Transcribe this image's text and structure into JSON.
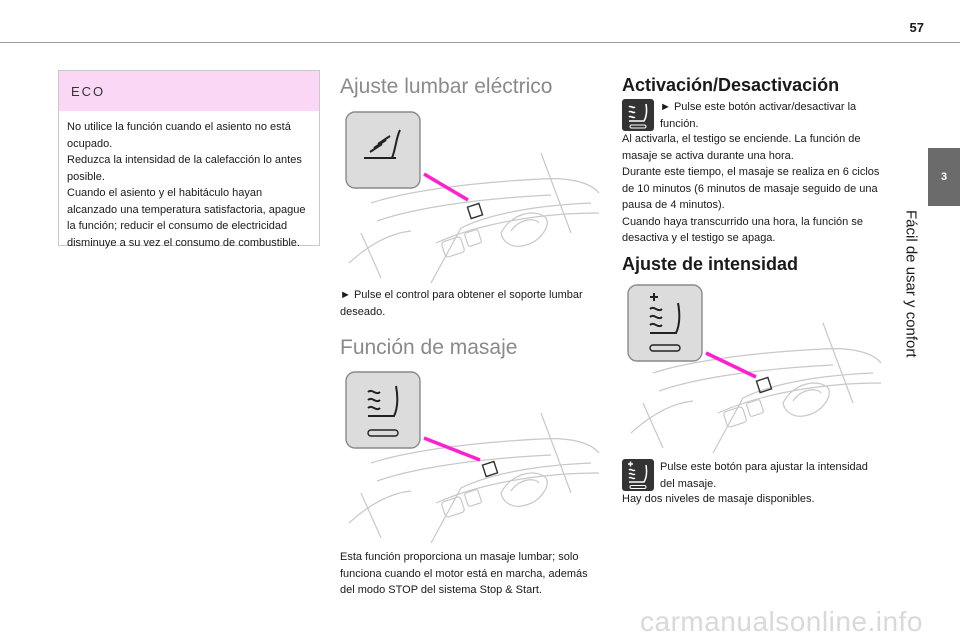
{
  "page": {
    "number": "57"
  },
  "side": {
    "chapter_number": "3",
    "chapter_title": "Fácil de usar y confort"
  },
  "eco": {
    "title": "ECO",
    "lines": [
      "No utilice la función cuando el asiento no está ocupado.",
      "Reduzca la intensidad de la calefacción lo antes posible.",
      "Cuando el asiento y el habitáculo hayan alcanzado una temperatura satisfactoria, apague la función; reducir el consumo de electricidad disminuye a su vez el consumo de combustible."
    ]
  },
  "lumbar": {
    "title": "Ajuste lumbar eléctrico",
    "instruction": "► Pulse el control para obtener el soporte lumbar deseado."
  },
  "massage": {
    "title": "Función de masaje",
    "text": "Esta función proporciona un masaje lumbar; solo funciona cuando el motor está en marcha, además del modo STOP del sistema Stop & Start."
  },
  "activation": {
    "title": "Activación/Desactivación",
    "instruction": "► Pulse este botón activar/desactivar la función.",
    "lines": [
      "Al activarla, el testigo se enciende. La función de masaje se activa durante una hora.",
      "Durante este tiempo, el masaje se realiza en 6 ciclos de 10 minutos (6 minutos de masaje seguido de una pausa de 4 minutos).",
      "Cuando haya transcurrido una hora, la función se desactiva y el testigo se apaga."
    ]
  },
  "intensity": {
    "title": "Ajuste de intensidad",
    "instruction": "Pulse este botón para ajustar la intensidad del masaje.",
    "note": "Hay dos niveles de masaje disponibles."
  },
  "colors": {
    "accent": "#ff1fd0",
    "eco_header": "#fbd7f6",
    "tab": "#6b6b6b"
  },
  "watermark": "carmanualsonline.info"
}
